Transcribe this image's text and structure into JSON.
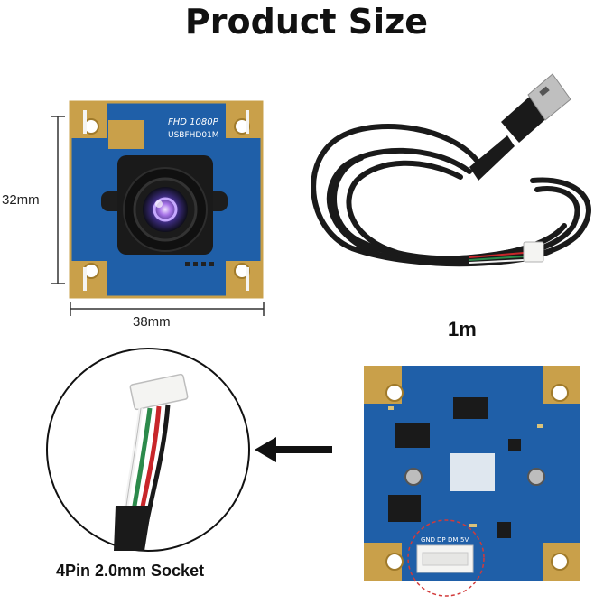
{
  "title": "Product Size",
  "front_board": {
    "silk_model": "FHD 1080P",
    "silk_part": "USBFHD01M",
    "dim_height": "32mm",
    "dim_width": "38mm"
  },
  "cable": {
    "length_label": "1m"
  },
  "back_board": {
    "pin_labels": [
      "GND",
      "DP",
      "DM",
      "5V"
    ]
  },
  "socket": {
    "label": "4Pin 2.0mm Socket"
  },
  "colors": {
    "pcb_blue": "#1f5fa8",
    "gold_pad": "#c9a04a",
    "cable_black": "#1a1a1a",
    "wire_red": "#c8262a",
    "wire_green": "#2c8a4b",
    "wire_white": "#f2f2f2",
    "connector_white": "#f4f4f2",
    "highlight_red": "#d23a3a"
  }
}
